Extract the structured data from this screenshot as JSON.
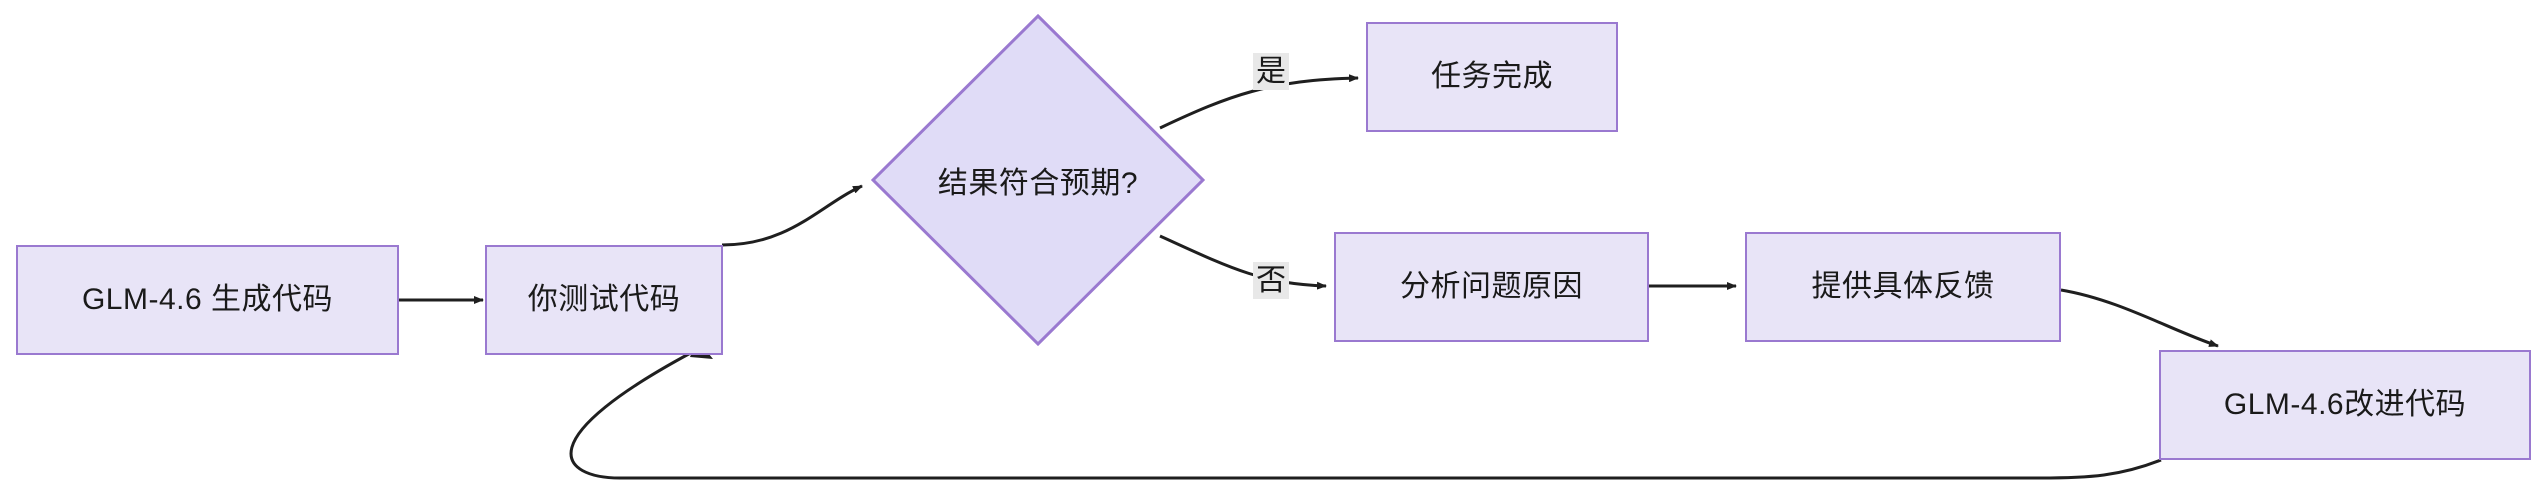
{
  "diagram": {
    "type": "flowchart",
    "direction": "left-to-right",
    "background_color": "#ffffff",
    "node_fill_color": "#e8e4f7",
    "node_border_color": "#9a79d0",
    "edge_color": "#1f1f1f",
    "edge_label_background": "#e8e8e8",
    "text_color": "#1a1a1a"
  },
  "nodes": [
    {
      "id": "generate",
      "label": "GLM-4.6 生成代码",
      "shape": "rectangle"
    },
    {
      "id": "test",
      "label": "你测试代码",
      "shape": "rectangle"
    },
    {
      "id": "decision",
      "label": "结果符合预期?",
      "shape": "diamond"
    },
    {
      "id": "done",
      "label": "任务完成",
      "shape": "rectangle"
    },
    {
      "id": "analyze",
      "label": "分析问题原因",
      "shape": "rectangle"
    },
    {
      "id": "feedback",
      "label": "提供具体反馈",
      "shape": "rectangle"
    },
    {
      "id": "improve",
      "label": "GLM-4.6改进代码",
      "shape": "rectangle"
    }
  ],
  "edges": [
    {
      "from": "generate",
      "to": "test",
      "label": ""
    },
    {
      "from": "test",
      "to": "decision",
      "label": ""
    },
    {
      "from": "decision",
      "to": "done",
      "label": "是"
    },
    {
      "from": "decision",
      "to": "analyze",
      "label": "否"
    },
    {
      "from": "analyze",
      "to": "feedback",
      "label": ""
    },
    {
      "from": "feedback",
      "to": "improve",
      "label": ""
    },
    {
      "from": "improve",
      "to": "test",
      "label": ""
    }
  ],
  "edge_labels": {
    "yes": "是",
    "no": "否"
  }
}
